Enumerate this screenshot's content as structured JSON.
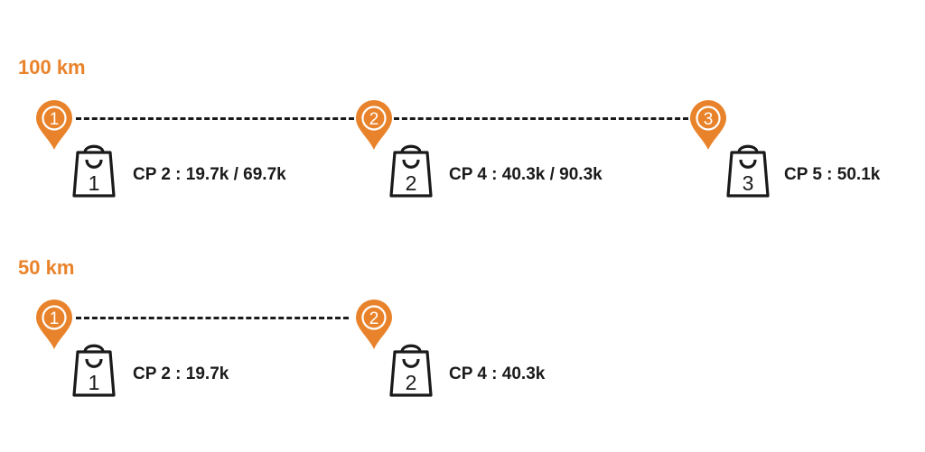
{
  "routes": [
    {
      "title": "100 km",
      "stops": [
        {
          "number": "1",
          "bag_number": "1",
          "label": "CP 2 : 19.7k / 69.7k"
        },
        {
          "number": "2",
          "bag_number": "2",
          "label": "CP 4 : 40.3k / 90.3k"
        },
        {
          "number": "3",
          "bag_number": "3",
          "label": "CP 5 : 50.1k"
        }
      ]
    },
    {
      "title": "50 km",
      "stops": [
        {
          "number": "1",
          "bag_number": "1",
          "label": "CP 2 : 19.7k"
        },
        {
          "number": "2",
          "bag_number": "2",
          "label": "CP 4 : 40.3k"
        }
      ]
    }
  ],
  "colors": {
    "accent": "#e9832b",
    "ink": "#1a1a1a"
  },
  "icons": {
    "marker": "location-pin-icon",
    "bag": "drop-bag-icon"
  }
}
